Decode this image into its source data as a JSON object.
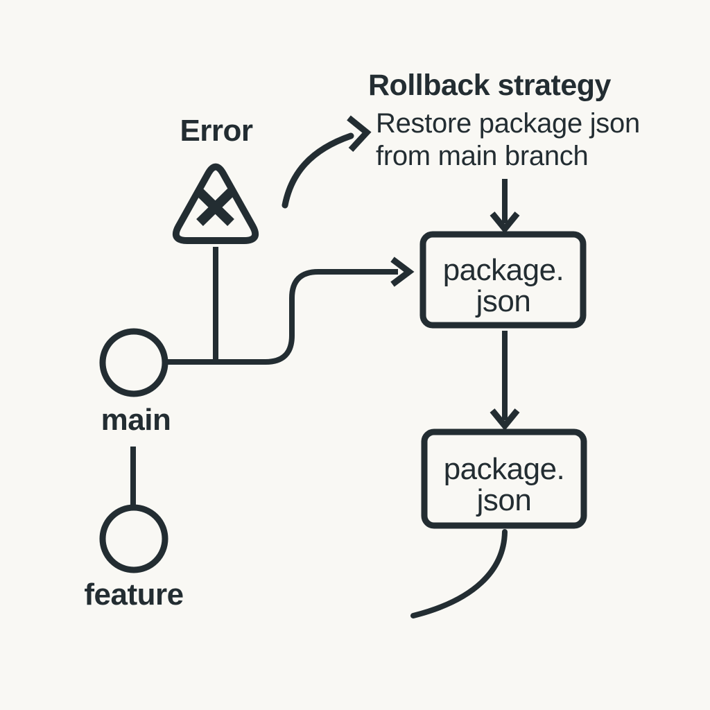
{
  "page": {
    "background_color": "#f9f8f4",
    "ink_color": "#232d32"
  },
  "diagram": {
    "title": "Rollback strategy",
    "note_line1": "Restore package json",
    "note_line2": "from main branch",
    "error": {
      "label": "Error",
      "icon": "warning-triangle-x-icon"
    },
    "branches": {
      "main": {
        "label": "main",
        "icon": "commit-node-icon"
      },
      "feature": {
        "label": "feature",
        "icon": "commit-node-icon"
      }
    },
    "boxes": [
      {
        "line1": "package.",
        "line2": "json"
      },
      {
        "line1": "package.",
        "line2": "json"
      }
    ]
  }
}
